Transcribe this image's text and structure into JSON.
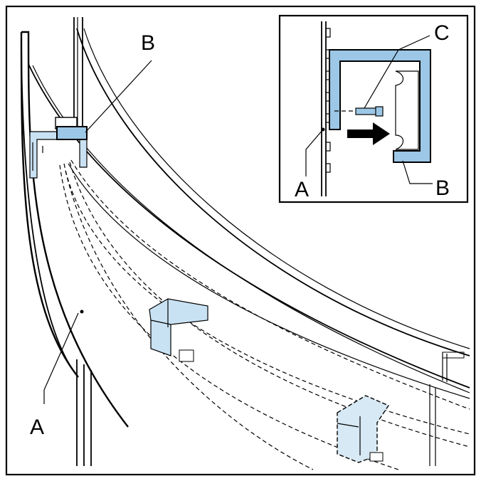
{
  "callouts": {
    "main_B": "B",
    "main_A": "A",
    "inset_C": "C",
    "inset_A": "A",
    "inset_B": "B"
  },
  "colors": {
    "part_fill": "#9cc7e6",
    "part_fill_light": "#c9e2f3",
    "line": "#000000"
  },
  "icons": {
    "direction_arrow": "arrow-right-icon"
  }
}
